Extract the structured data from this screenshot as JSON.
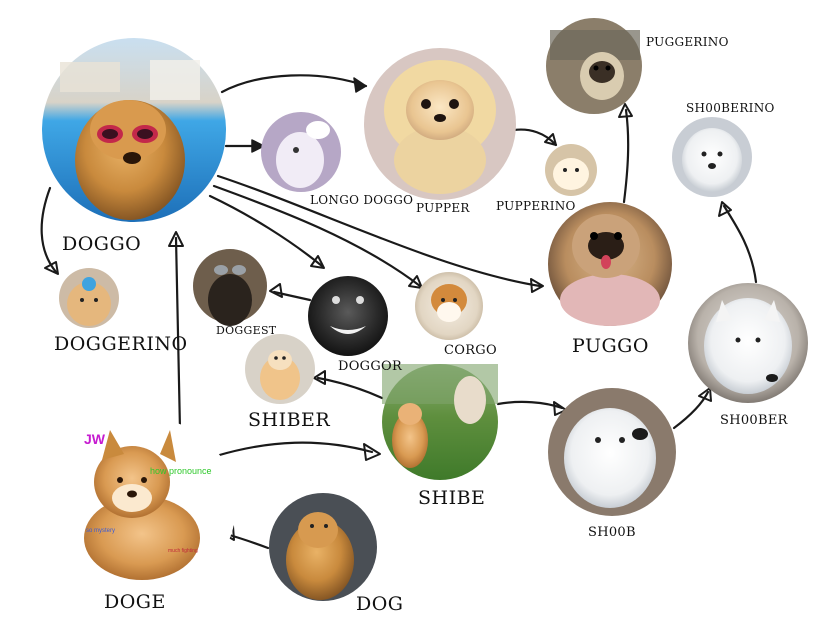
{
  "nodes": {
    "doggo": "DOGGO",
    "longo_doggo": "LONGO DOGGO",
    "pupper": "PUPPER",
    "pupperino": "PUPPERINO",
    "puggerino": "PUGGERINO",
    "shooberino": "SH00BERINO",
    "doggerino": "DOGGERINO",
    "doggest": "DOGGEST",
    "doggor": "DOGGOR",
    "corgo": "CORGO",
    "puggo": "PUGGO",
    "shiber": "SHIBER",
    "shibe": "SHIBE",
    "shoob": "SH00B",
    "shoober": "SH00BER",
    "doge": "DOGE",
    "dog": "DOG"
  },
  "meme_overlay": {
    "jw": "JW",
    "how_pronounce": "how pronounce",
    "so_mystery": "so mystery",
    "much_fighting": "much fighting"
  },
  "colors": {
    "background": "#ffffff",
    "arrow": "#1a1a1a",
    "label": "#111111"
  }
}
